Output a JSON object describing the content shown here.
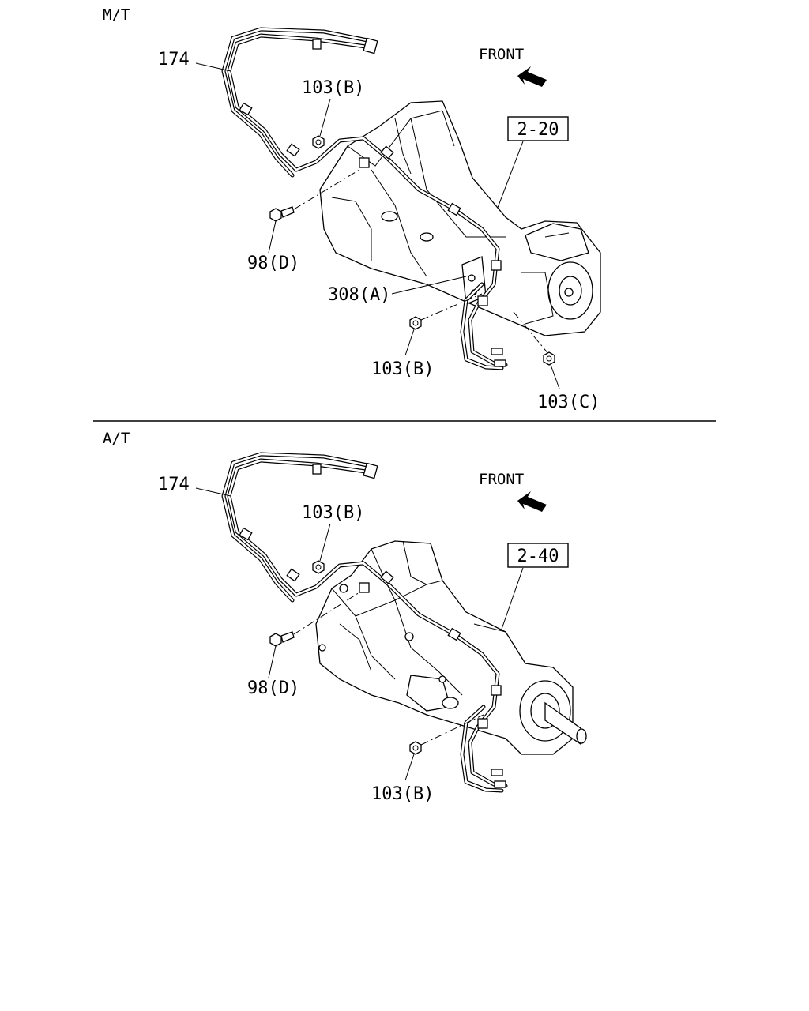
{
  "sections": [
    {
      "name": "M/T",
      "front_label": "FRONT",
      "ref_box": "2-20",
      "labels": {
        "pipe": "174",
        "nut_top": "103(B)",
        "bolt": "98(D)",
        "bracket": "308(A)",
        "nut_bottom": "103(B)",
        "nut_c": "103(C)"
      }
    },
    {
      "name": "A/T",
      "front_label": "FRONT",
      "ref_box": "2-40",
      "labels": {
        "pipe": "174",
        "nut_top": "103(B)",
        "bolt": "98(D)",
        "nut_bottom": "103(B)"
      }
    }
  ]
}
